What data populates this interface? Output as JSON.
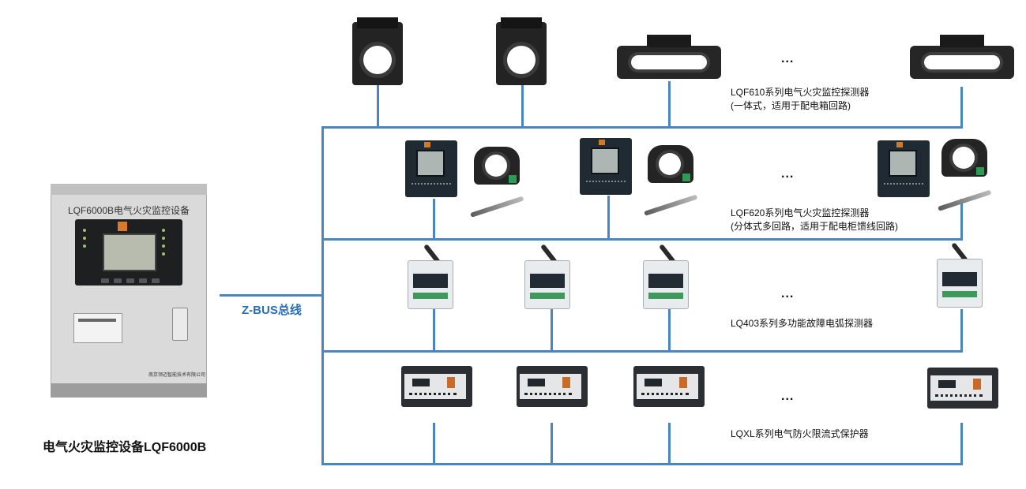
{
  "main_unit": {
    "panel_title": "LQF6000B电气火灾监控设备",
    "manufacturer": "南京领迈智能技术有限公司",
    "caption": "电气火灾监控设备LQF6000B"
  },
  "bus": {
    "label": "Z-BUS总线"
  },
  "rows": [
    {
      "ellipsis": "...",
      "label_line1": "LQF610系列电气火灾监控探测器",
      "label_line2": "(一体式，适用于配电箱回路)"
    },
    {
      "ellipsis": "...",
      "label_line1": "LQF620系列电气火灾监控探测器",
      "label_line2": "(分体式多回路，适用于配电柜馈线回路)"
    },
    {
      "ellipsis": "...",
      "label_line1": "LQ403系列多功能故障电弧探测器",
      "label_line2": ""
    },
    {
      "ellipsis": "...",
      "label_line1": "LQXL系列电气防火限流式保护器",
      "label_line2": ""
    }
  ],
  "colors": {
    "bus_line": "#4a86c2",
    "bus_label": "#2a6db5"
  }
}
